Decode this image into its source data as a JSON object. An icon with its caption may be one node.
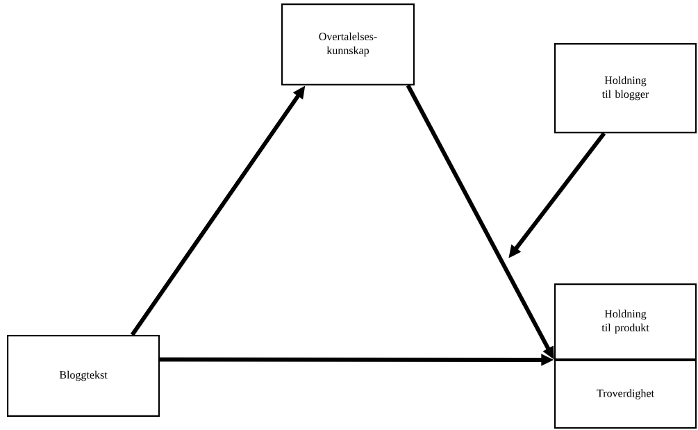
{
  "diagram": {
    "nodes": [
      {
        "text": [
          "Overtalelses- kunnskap"
        ]
      },
      {
        "text": [
          "Holdning til blogger"
        ]
      },
      {
        "text": [
          "Bloggtekst"
        ]
      },
      {
        "text": [
          "Holdning til produkt"
        ]
      },
      {
        "text": [
          "Troverdighet"
        ]
      }
    ],
    "edges": [
      {
        "from": 2,
        "to": 0,
        "arrow": "to"
      },
      {
        "from": 0,
        "to": 3,
        "arrow": "to"
      },
      {
        "from": 2,
        "to": 3,
        "arrow": "to"
      },
      {
        "from": 1,
        "to": null,
        "arrow": "to"
      }
    ]
  }
}
